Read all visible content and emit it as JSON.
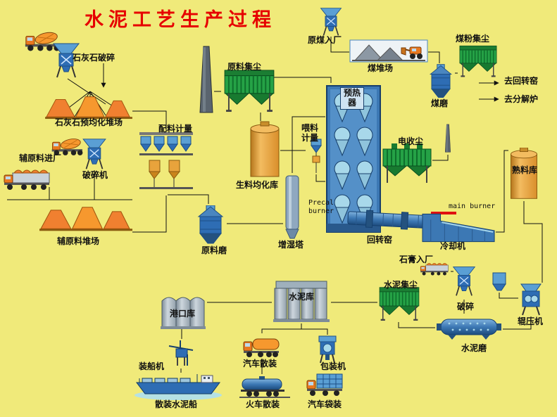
{
  "title": "水泥工艺生产过程",
  "colors": {
    "background": "#f0ea7a",
    "title_red": "#e60000",
    "collector_green": "#25a246",
    "equipment_blue": "#2e6db4",
    "silo_tan": "#e8a33c",
    "machine_orange": "#f08030",
    "burner_red": "#e01010"
  },
  "nodes": {
    "limestone_crushing": "石灰石破碎",
    "limestone_preblending_yard": "石灰石预均化堆场",
    "aux_material_entry": "辅原料进厂",
    "crusher": "破碎机",
    "aux_material_yard": "辅原料堆场",
    "batching_metering": "配料计量",
    "raw_material_dust_collector": "原料集尘",
    "raw_meal_homogenizing_silo": "生料均化库",
    "raw_mill": "原料磨",
    "humidifying_tower": "增湿塔",
    "feed_metering": "喂料计量",
    "raw_coal_entry": "原煤入厂",
    "coal_yard": "煤堆场",
    "coal_dust_collector": "煤粉集尘",
    "coal_mill": "煤磨",
    "to_rotary_kiln": "去回转窑",
    "to_calciner": "去分解炉",
    "preheater": "预热器",
    "electrostatic_precipitator": "电收尘",
    "clinker_silo": "熟料库",
    "precal_burner": "Precal burner",
    "main_burner": "main burner",
    "rotary_kiln": "回转窑",
    "cooler": "冷却机",
    "gypsum_entry": "石膏入厂",
    "cement_dust_collector": "水泥集尘",
    "crushing": "破碎",
    "roller_press": "辊压机",
    "cement_mill": "水泥磨",
    "cement_silo": "水泥库",
    "port_silo": "港口库",
    "ship_loader": "装船机",
    "bulk_cement_ship": "散装水泥船",
    "truck_bulk_loading": "汽车散装",
    "train_bulk_loading": "火车散装",
    "packing_machine": "包装机",
    "truck_bag_loading": "汽车袋装"
  }
}
